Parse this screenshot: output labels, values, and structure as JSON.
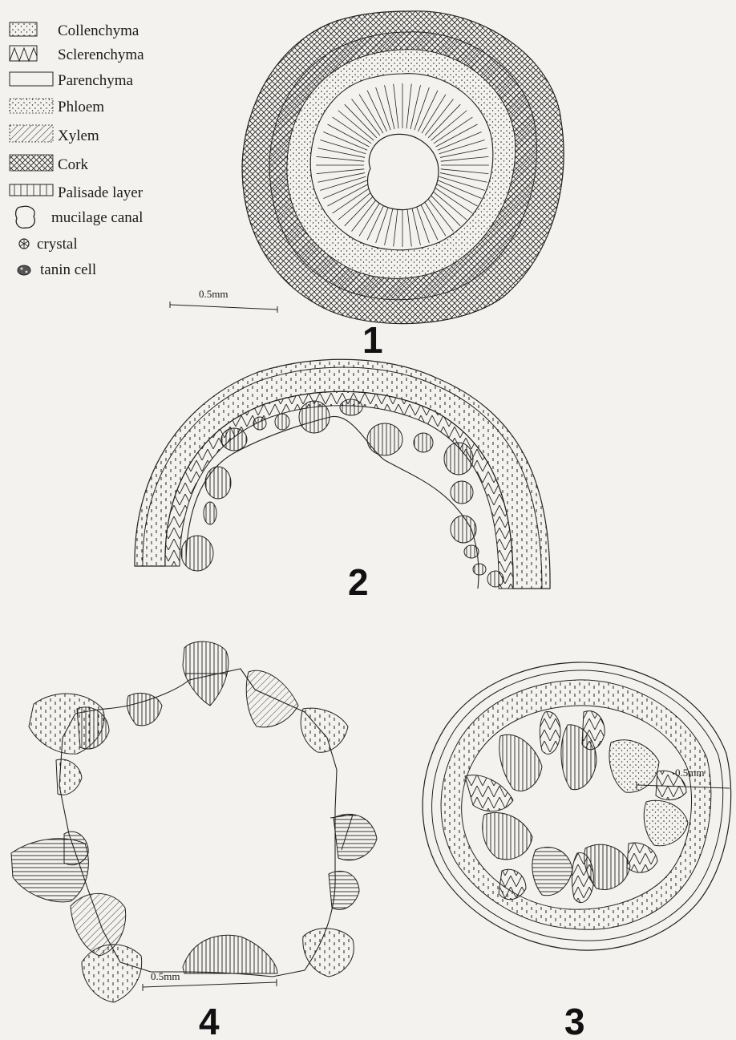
{
  "legend": {
    "items": [
      {
        "label": "Collenchyma",
        "icon": "collenchyma-swatch-icon"
      },
      {
        "label": "Sclerenchyma",
        "icon": "sclerenchyma-swatch-icon"
      },
      {
        "label": "Parenchyma",
        "icon": "parenchyma-swatch-icon"
      },
      {
        "label": "Phloem",
        "icon": "phloem-swatch-icon"
      },
      {
        "label": "Xylem",
        "icon": "xylem-swatch-icon"
      },
      {
        "label": "Cork",
        "icon": "cork-swatch-icon"
      },
      {
        "label": "Palisade layer",
        "icon": "palisade-swatch-icon"
      },
      {
        "label": "mucilage canal",
        "icon": "mucilage-canal-icon"
      },
      {
        "label": "crystal",
        "icon": "crystal-icon"
      },
      {
        "label": "tanin cell",
        "icon": "tanin-cell-icon"
      }
    ]
  },
  "figures": {
    "fig1": {
      "number": "1",
      "scale": "0.5mm"
    },
    "fig2": {
      "number": "2"
    },
    "fig3": {
      "number": "3",
      "scale": "0.5mm"
    },
    "fig4": {
      "number": "4",
      "scale": "0.5mm"
    }
  },
  "colors": {
    "ink": "#1b1b1b",
    "paper": "#f4f2ef"
  }
}
